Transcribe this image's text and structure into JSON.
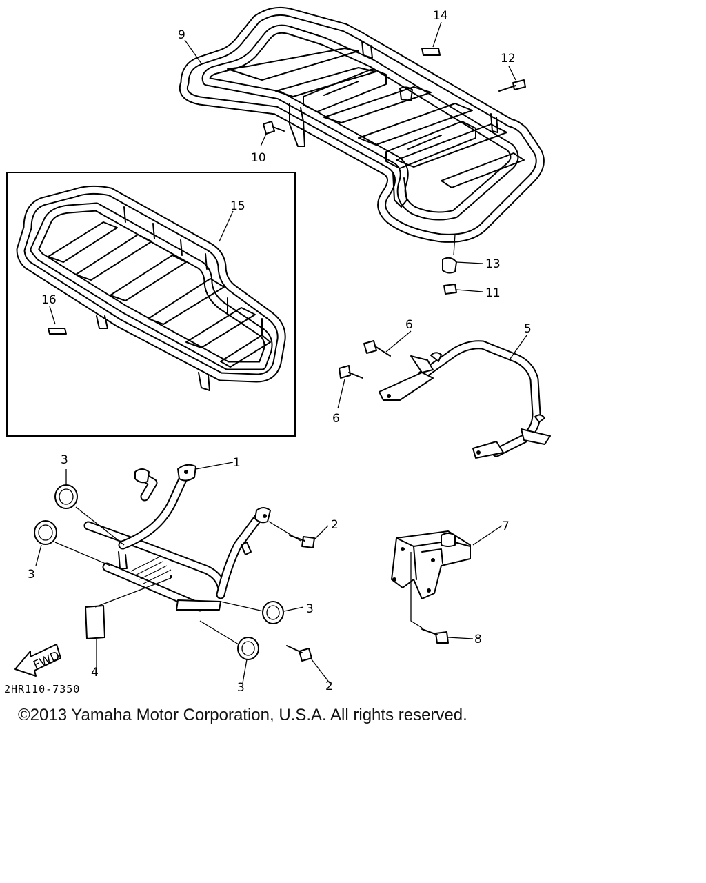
{
  "diagram": {
    "part_labels": {
      "p1": "1",
      "p2a": "2",
      "p2b": "2",
      "p3a": "3",
      "p3b": "3",
      "p3c": "3",
      "p3d": "3",
      "p4": "4",
      "p5": "5",
      "p6a": "6",
      "p6b": "6",
      "p7": "7",
      "p8": "8",
      "p9": "9",
      "p10": "10",
      "p11": "11",
      "p12": "12",
      "p13": "13",
      "p14": "14",
      "p15": "15",
      "p16": "16"
    },
    "fwd_label": "FWD",
    "diagram_code": "2HR110-7350",
    "copyright": "©2013 Yamaha Motor Corporation, U.S.A. All rights reserved."
  }
}
